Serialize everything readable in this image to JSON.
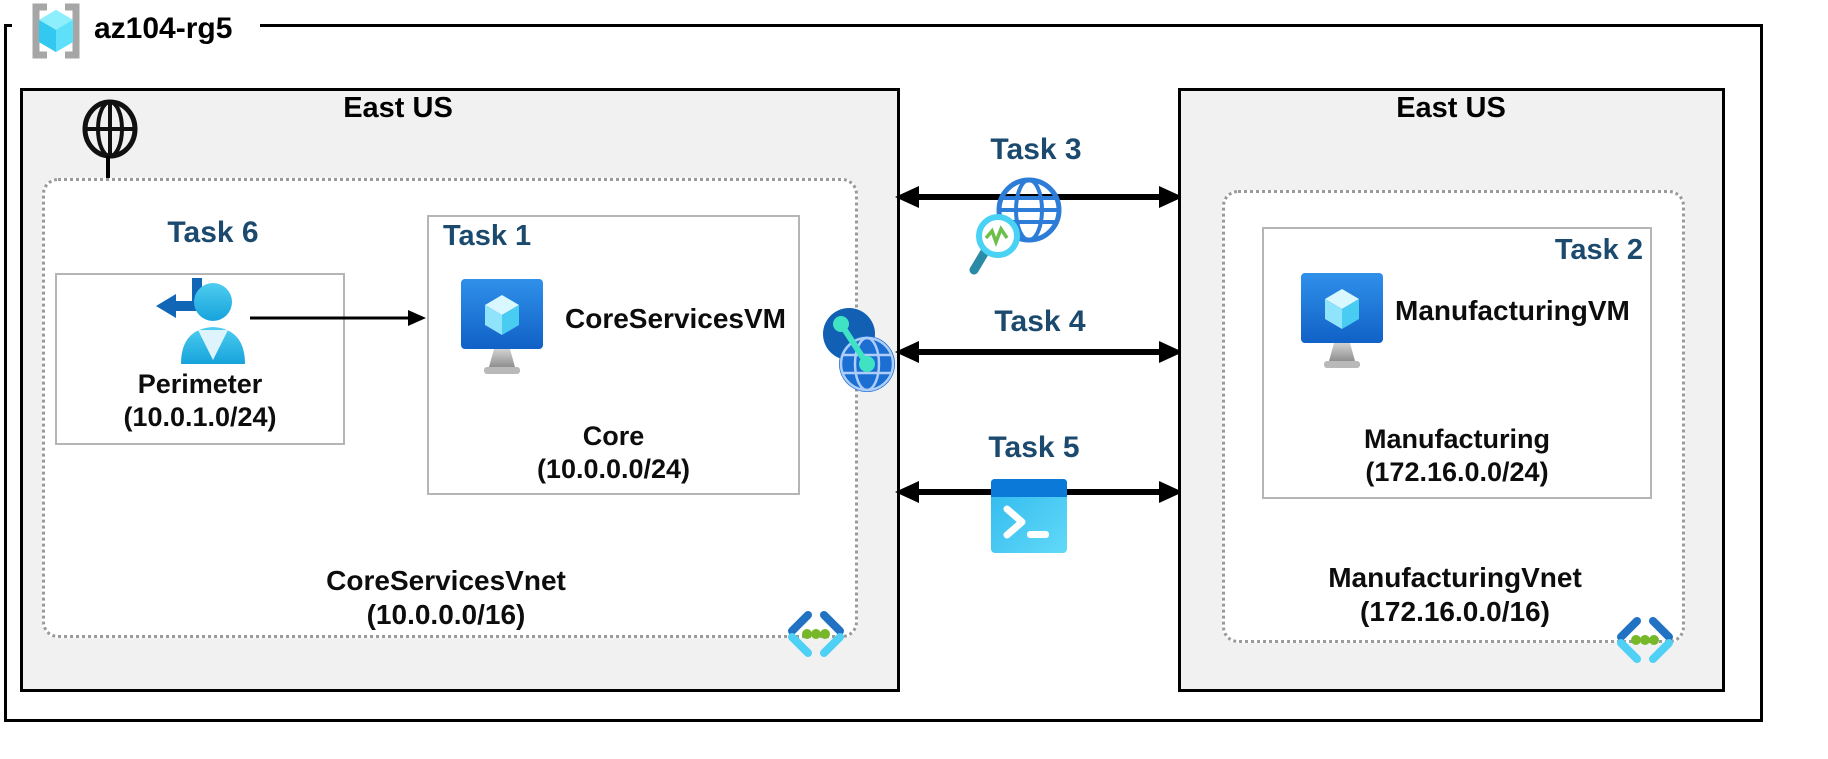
{
  "resource_group": {
    "name": "az104-rg5"
  },
  "left_region": {
    "location": "East US",
    "task6": "Task 6",
    "perimeter": {
      "name": "Perimeter",
      "cidr": "(10.0.1.0/24)"
    },
    "task1": "Task 1",
    "vm": "CoreServicesVM",
    "subnet": {
      "name": "Core",
      "cidr": "(10.0.0.0/24)"
    },
    "vnet": {
      "name": "CoreServicesVnet",
      "cidr": "(10.0.0.0/16)"
    }
  },
  "right_region": {
    "location": "East US",
    "task2": "Task 2",
    "vm": "ManufacturingVM",
    "subnet": {
      "name": "Manufacturing",
      "cidr": "(172.16.0.0/24)"
    },
    "vnet": {
      "name": "ManufacturingVnet",
      "cidr": "(172.16.0.0/16)"
    }
  },
  "middle": {
    "task3": "Task 3",
    "task4": "Task 4",
    "task5": "Task 5"
  },
  "icons": {
    "resource_group": "resource-group-icon",
    "internet": "internet-globe-icon",
    "guest_user": "guest-user-icon",
    "virtual_machine": "virtual-machine-icon",
    "network_watcher": "network-watcher-icon",
    "vnet_peering": "vnet-peering-icon",
    "cloud_shell": "cloud-shell-icon",
    "virtual_network": "virtual-network-icon"
  },
  "colors": {
    "task_label": "#1b4a6e",
    "region_fill": "#f1f1f1",
    "outline": "#000000",
    "inner_box_border": "#b5b5b5",
    "dotted_border": "#9a9a9a"
  }
}
